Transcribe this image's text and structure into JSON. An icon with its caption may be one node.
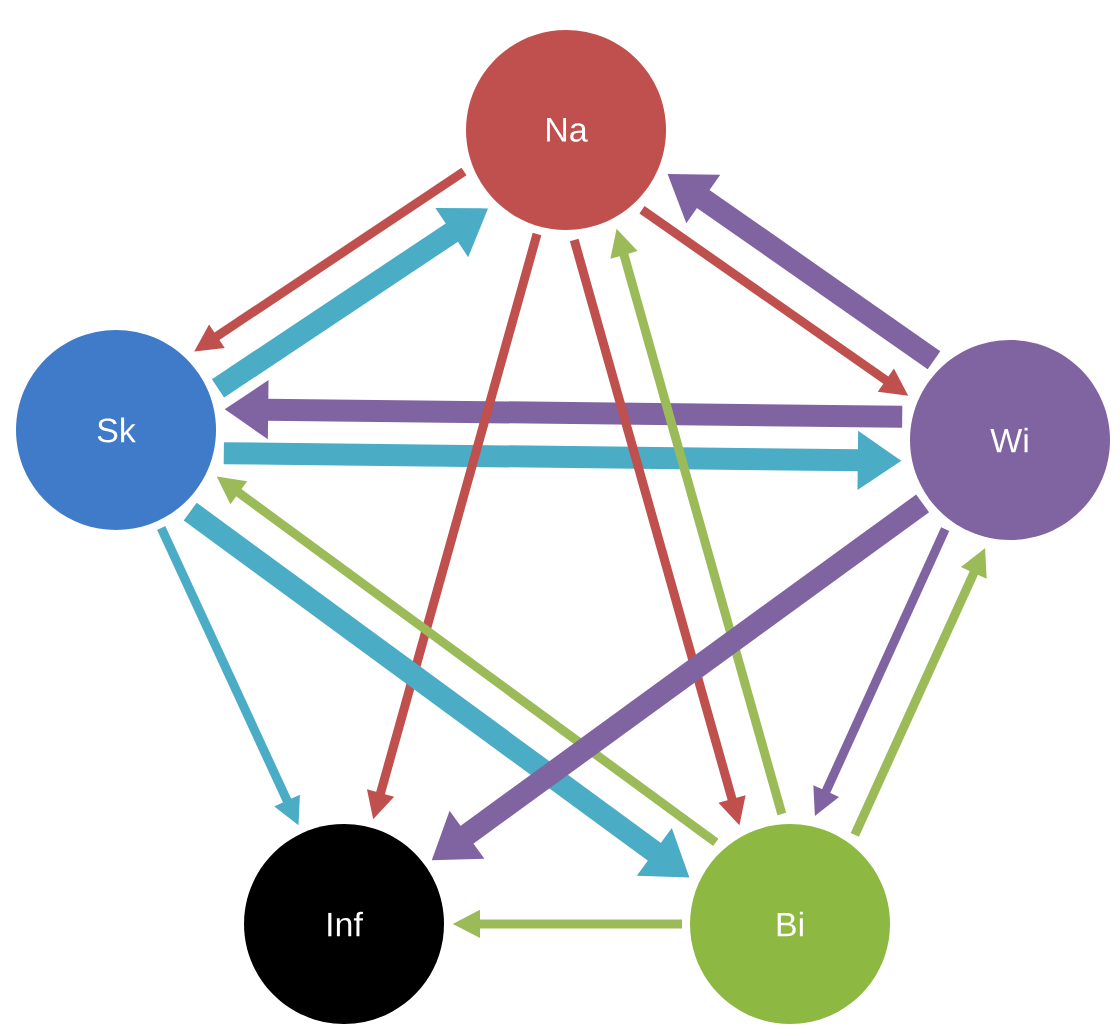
{
  "diagram": {
    "nodes": [
      {
        "text": [
          "Na"
        ]
      },
      {
        "text": [
          "Sk"
        ]
      },
      {
        "text": [
          "Wi"
        ]
      },
      {
        "text": [
          "Inf"
        ]
      },
      {
        "text": [
          "Bi"
        ]
      }
    ],
    "edges": [
      {
        "from": 1,
        "to": 0,
        "arrow": "to",
        "style": "thick",
        "color": "#4bacc6"
      },
      {
        "from": 0,
        "to": 1,
        "arrow": "to",
        "color": "#c0504d"
      },
      {
        "from": 0,
        "to": 2,
        "arrow": "to",
        "color": "#c0504d"
      },
      {
        "from": 2,
        "to": 0,
        "arrow": "to",
        "style": "thick",
        "color": "#8064a2"
      },
      {
        "from": 1,
        "to": 2,
        "arrow": "to",
        "style": "thick",
        "color": "#4bacc6"
      },
      {
        "from": 2,
        "to": 1,
        "arrow": "to",
        "style": "thick",
        "color": "#8064a2"
      },
      {
        "from": 0,
        "to": 3,
        "arrow": "to",
        "color": "#c0504d"
      },
      {
        "from": 0,
        "to": 4,
        "arrow": "to",
        "color": "#c0504d"
      },
      {
        "from": 4,
        "to": 0,
        "arrow": "to",
        "color": "#9bbb59"
      },
      {
        "from": 1,
        "to": 4,
        "arrow": "to",
        "style": "thick",
        "color": "#4bacc6"
      },
      {
        "from": 4,
        "to": 1,
        "arrow": "to",
        "color": "#9bbb59"
      },
      {
        "from": 2,
        "to": 3,
        "arrow": "to",
        "style": "thick",
        "color": "#8064a2"
      },
      {
        "from": 2,
        "to": 4,
        "arrow": "to",
        "color": "#8064a2"
      },
      {
        "from": 4,
        "to": 2,
        "arrow": "to",
        "color": "#9bbb59"
      },
      {
        "from": 1,
        "to": 3,
        "arrow": "to",
        "color": "#4bacc6"
      },
      {
        "from": 4,
        "to": 3,
        "arrow": "to",
        "color": "#9bbb59"
      }
    ]
  }
}
